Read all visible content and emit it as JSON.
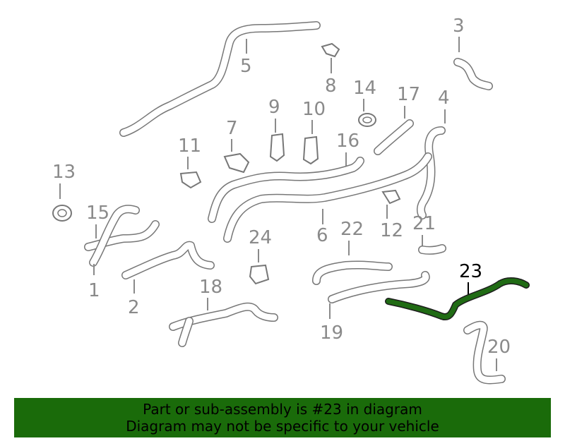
{
  "callouts": {
    "c1": "1",
    "c2": "2",
    "c3": "3",
    "c4": "4",
    "c5": "5",
    "c6": "6",
    "c7": "7",
    "c8": "8",
    "c9": "9",
    "c10": "10",
    "c11": "11",
    "c12": "12",
    "c13": "13",
    "c14": "14",
    "c15": "15",
    "c16": "16",
    "c17": "17",
    "c18": "18",
    "c19": "19",
    "c20": "20",
    "c21": "21",
    "c22": "22",
    "c23": "23",
    "c24": "24"
  },
  "highlight_part": "23",
  "colors": {
    "highlight": "#206b14",
    "banner": "#1a6b0a",
    "lines": "#777777",
    "labels": "#8a8a8a"
  },
  "banner": {
    "line1": "Part or sub-assembly is #23 in diagram",
    "line2": "Diagram may not be specific to your vehicle"
  }
}
